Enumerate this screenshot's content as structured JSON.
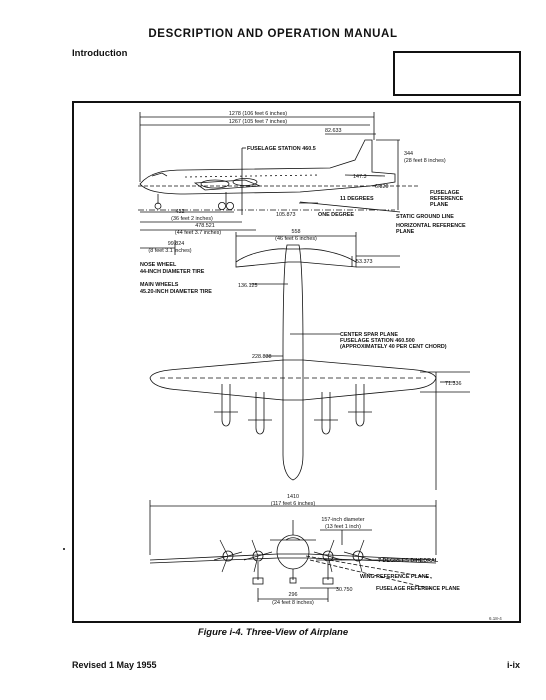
{
  "header": {
    "title": "DESCRIPTION AND OPERATION MANUAL",
    "section": "Introduction"
  },
  "figure": {
    "caption": "Figure i-4.  Three-View of Airplane",
    "plate_number": "6.18-4",
    "side_view": {
      "overall_length_1": "1278 (106 feet 6 inches)",
      "overall_length_2": "1267 (105 feet 7 inches)",
      "dim_82_633": "82.633",
      "fuselage_station": "FUSELAGE STATION 460.5",
      "height_344": "344",
      "height_344_ft": "(28 feet 8 inches)",
      "dim_147_3": "147.3",
      "dim_6_820": "6.820",
      "eleven_degrees": "11 DEGREES",
      "one_degree": "ONE DEGREE",
      "dim_105_873": "105.873",
      "dim_432": "432",
      "dim_432_ft": "(36 feet 2 inches)",
      "dim_478_521": "478.521",
      "dim_478_521_ft": "(44 feet 3.7 inches)",
      "dim_99_824": "99.824",
      "dim_99_824_ft": "(8 feet 3.1 inches)",
      "fuselage_ref_plane": "FUSELAGE REFERENCE PLANE",
      "static_ground_line": "STATIC GROUND LINE",
      "horizontal_ref_plane": "HORIZONTAL REFERENCE PLANE"
    },
    "top_view": {
      "tail_span": "558",
      "tail_span_ft": "(46 feet 6 inches)",
      "dim_53_373": "53.373",
      "dim_136_125": "136.125",
      "nose_wheel": "NOSE WHEEL",
      "nose_wheel_tire": "44-INCH DIAMETER TIRE",
      "main_wheels": "MAIN WHEELS",
      "main_wheels_tire": "45.20-INCH DIAMETER TIRE",
      "center_spar": "CENTER SPAR PLANE",
      "center_spar_station": "FUSELAGE STATION 460.500",
      "center_spar_chord": "(APPROXIMATELY 40 PER CENT CHORD)",
      "dim_228_838": "228.838",
      "dim_71_336": "71.336"
    },
    "front_view": {
      "wing_span": "1410",
      "wing_span_ft": "(117 feet 6 inches)",
      "prop_diameter": "157-inch diameter",
      "prop_diameter_ft": "(13 feet 1 inch)",
      "dihedral": "7 DEGREES DIHEDRAL",
      "wing_ref_plane": "WING REFERENCE PLANE",
      "fuselage_ref_plane": "FUSELAGE REFERENCE PLANE",
      "tread": "296",
      "tread_ft": "(24 feet 8 inches)",
      "dim_30_750": "30.750"
    }
  },
  "footer": {
    "revision": "Revised 1 May 1955",
    "page": "i-ix"
  }
}
